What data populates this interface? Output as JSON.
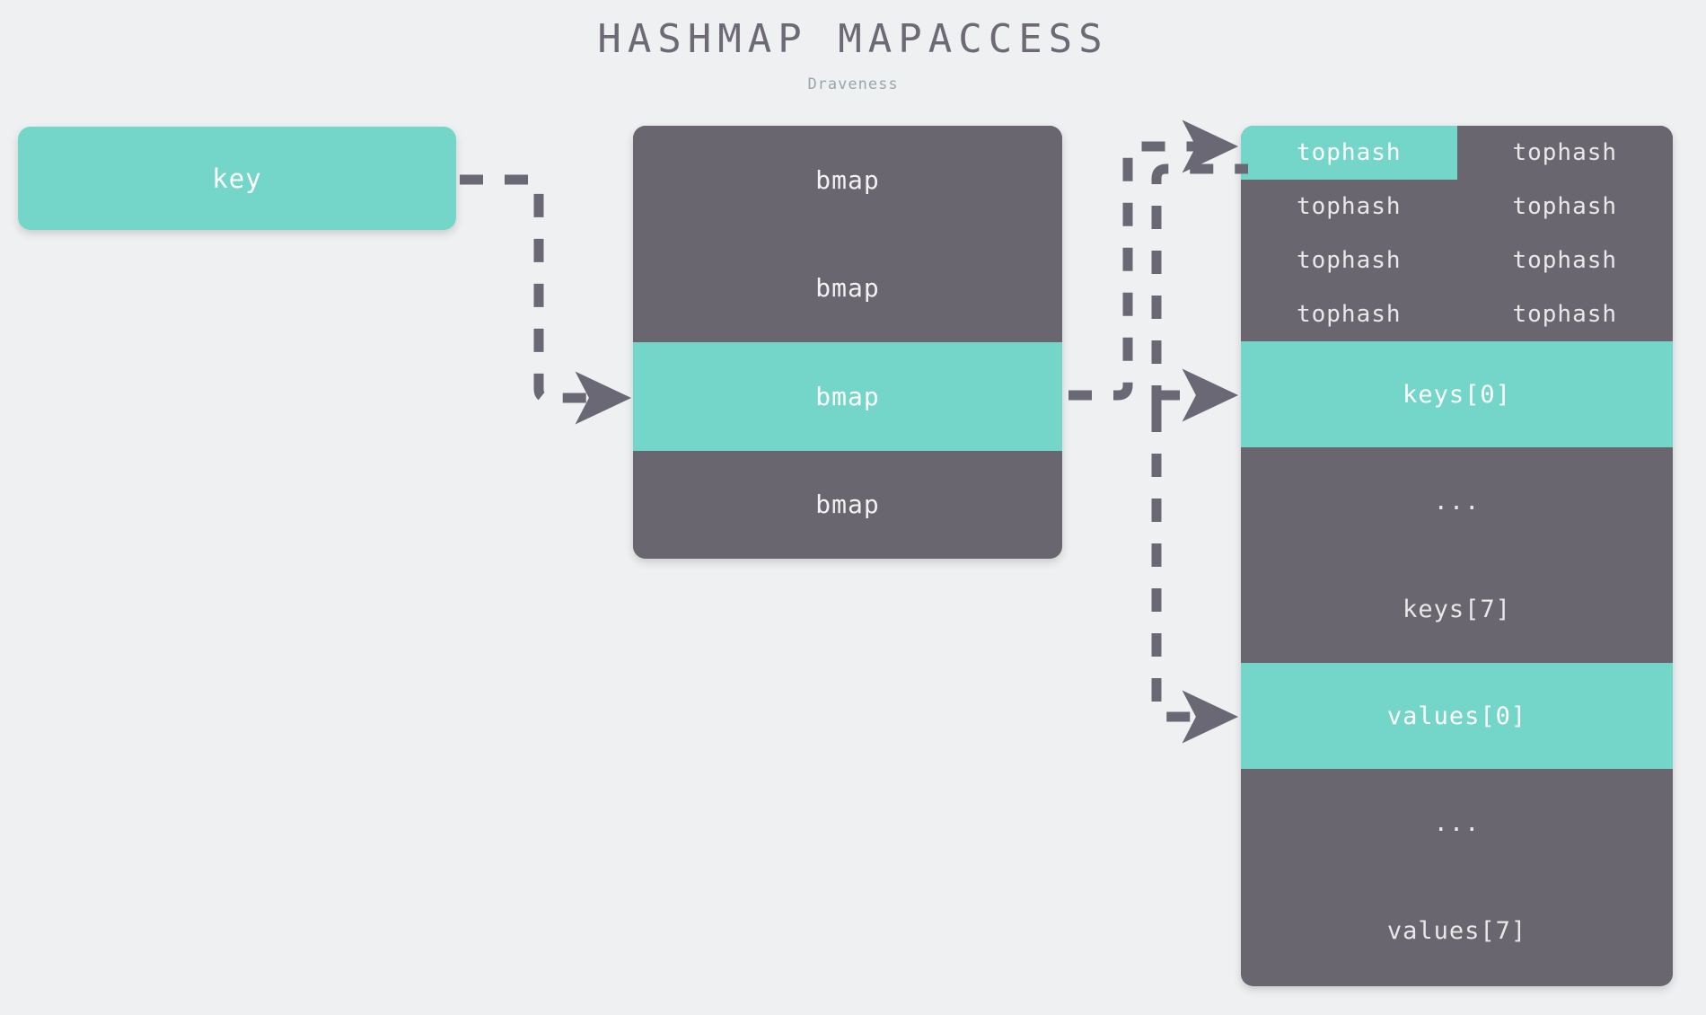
{
  "header": {
    "title": "HASHMAP MAPACCESS",
    "subtitle": "Draveness"
  },
  "colors": {
    "background": "#eef0f1",
    "accent_teal": "#74d6c8",
    "dark_slate": "#6a6670",
    "title_text": "#6d6a76",
    "subtitle_text": "#9aa6ab",
    "wire": "#6b6875",
    "label_text": "#f2f2f2"
  },
  "key_node": {
    "label": "key",
    "highlighted": true
  },
  "bmap_table": {
    "rows": [
      {
        "label": "bmap",
        "highlighted": false
      },
      {
        "label": "bmap",
        "highlighted": false
      },
      {
        "label": "bmap",
        "highlighted": true
      },
      {
        "label": "bmap",
        "highlighted": false
      }
    ]
  },
  "bucket": {
    "tophash_cells": [
      {
        "label": "tophash",
        "highlighted": true
      },
      {
        "label": "tophash",
        "highlighted": false
      },
      {
        "label": "tophash",
        "highlighted": false
      },
      {
        "label": "tophash",
        "highlighted": false
      },
      {
        "label": "tophash",
        "highlighted": false
      },
      {
        "label": "tophash",
        "highlighted": false
      },
      {
        "label": "tophash",
        "highlighted": false
      },
      {
        "label": "tophash",
        "highlighted": false
      }
    ],
    "slots": [
      {
        "label": "keys[0]",
        "highlighted": true
      },
      {
        "label": "...",
        "highlighted": false
      },
      {
        "label": "keys[7]",
        "highlighted": false
      },
      {
        "label": "values[0]",
        "highlighted": true
      },
      {
        "label": "...",
        "highlighted": false
      },
      {
        "label": "values[7]",
        "highlighted": false
      }
    ]
  },
  "connections": [
    {
      "name": "key-to-bmap",
      "from": "key",
      "to": "bmap[2]"
    },
    {
      "name": "bmap-to-tophash",
      "from": "bmap[2]",
      "to": "tophash[0]"
    },
    {
      "name": "bmap-to-keys0",
      "from": "bmap[2]",
      "to": "keys[0]"
    },
    {
      "name": "bmap-to-values0",
      "from": "bmap[2]",
      "to": "values[0]"
    }
  ]
}
